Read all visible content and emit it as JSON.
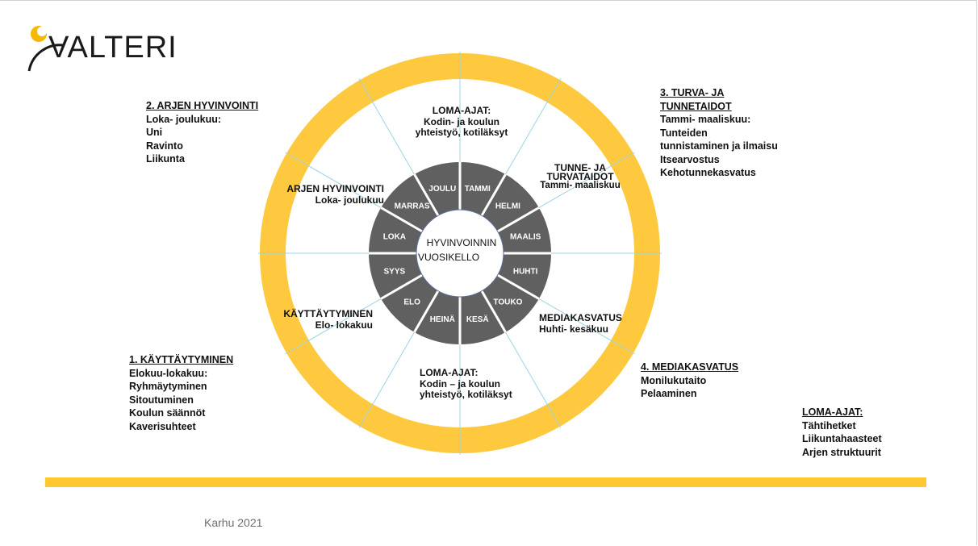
{
  "logo": {
    "text": "VALTERI",
    "colors": {
      "sun": "#f6b900",
      "text": "#1a1a1a"
    }
  },
  "colors": {
    "ring": "#fec93e",
    "dark_ring": "#606060",
    "line": "#9cd3e6",
    "center_border": "#5a6ea0",
    "bar": "#ffc830"
  },
  "center": {
    "line1": "HYVINVOINNIN",
    "line2": "VUOSIKELLO"
  },
  "months": [
    "TAMMI",
    "HELMI",
    "MAALIS",
    "HUHTI",
    "TOUKO",
    "KESÄ",
    "HEINÄ",
    "ELO",
    "SYYS",
    "LOKA",
    "MARRAS",
    "JOULU"
  ],
  "inner_labels": {
    "top": {
      "l1": "LOMA-AJAT:",
      "l2": "Kodin- ja koulun",
      "l3": "yhteistyö, kotiläksyt"
    },
    "bottom": {
      "l1": "LOMA-AJAT:",
      "l2": "Kodin – ja koulun",
      "l3": "yhteistyö, kotiläksyt"
    },
    "upper_right": {
      "l1": "TUNNE- JA",
      "l2": "TURVATAIDOT",
      "l3": "Tammi- maaliskuu"
    },
    "lower_right": {
      "l1": "MEDIAKASVATUS",
      "l2": "Huhti- kesäkuu"
    },
    "upper_left": {
      "l1": "ARJEN HYVINVOINTI",
      "l2": "Loka- joulukuu"
    },
    "lower_left": {
      "l1": "KÄYTTÄYTYMINEN",
      "l2": "Elo- lokakuu"
    }
  },
  "blocks": {
    "arjen": {
      "head": "2. ARJEN HYVINVOINTI",
      "lines": [
        "Loka- joulukuu:",
        "Uni",
        "Ravinto",
        "Liikunta"
      ]
    },
    "turva": {
      "head1": "3. TURVA- JA",
      "head2": "TUNNETAIDOT",
      "lines": [
        "Tammi- maaliskuu:",
        "Tunteiden",
        "tunnistaminen ja ilmaisu",
        "Itsearvostus",
        "Kehotunnekasvatus"
      ]
    },
    "kayttaytyminen": {
      "head": "1. KÄYTTÄYTYMINEN",
      "lines": [
        "Elokuu-lokakuu:",
        "Ryhmäytyminen",
        "Sitoutuminen",
        "Koulun säännöt",
        "Kaverisuhteet"
      ]
    },
    "media": {
      "head": "4. MEDIAKASVATUS",
      "lines": [
        "Monilukutaito",
        "Pelaaminen"
      ]
    },
    "loma": {
      "head": "LOMA-AJAT:",
      "lines": [
        "Tähtihetket",
        "Liikuntahaasteet",
        "Arjen struktuurit"
      ]
    }
  },
  "footer": "Karhu 2021"
}
